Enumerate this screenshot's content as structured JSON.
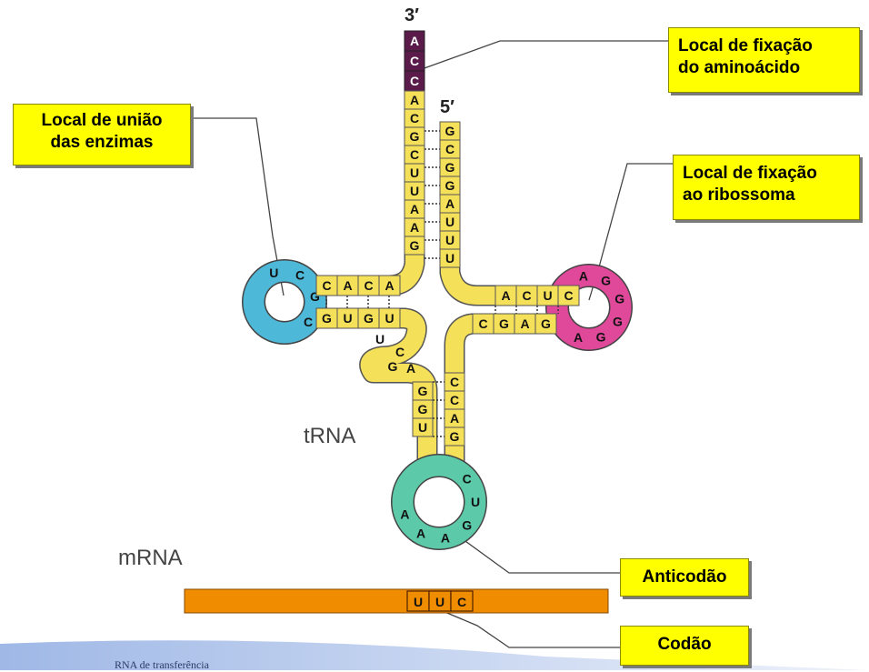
{
  "callouts": {
    "enzyme_site": "Local de união\ndas enzimas",
    "amino_site": "Local de fixação\ndo aminoácido",
    "ribosome_site": "Local de fixação\nao ribossoma",
    "anticodon": "Anticodão",
    "codon": "Codão"
  },
  "labels": {
    "three_prime": "3′",
    "five_prime": "5′",
    "trna": "tRNA",
    "mrna": "mRNA"
  },
  "footer_text": "RNA de transferência",
  "acceptor_tail": [
    "A",
    "C",
    "C"
  ],
  "acceptor_left_strand": [
    "A",
    "C",
    "G",
    "C",
    "U",
    "U",
    "A",
    "A",
    "G"
  ],
  "acceptor_right_strand": [
    "G",
    "C",
    "G",
    "G",
    "A",
    "U",
    "U",
    "U"
  ],
  "d_arm_top": [
    "C",
    "A",
    "C",
    "A"
  ],
  "d_arm_bottom": [
    "G",
    "U",
    "G",
    "U"
  ],
  "d_loop": [
    "U",
    "C",
    "G",
    "C"
  ],
  "variable_loop": [
    "U",
    "C",
    "G",
    "A"
  ],
  "anticodon_left_strand": [
    "G",
    "G",
    "U"
  ],
  "anticodon_right_strand": [
    "C",
    "C",
    "A",
    "G"
  ],
  "anticodon_loop": [
    "A",
    "A",
    "A",
    "G",
    "U",
    "C"
  ],
  "t_arm_top": [
    "A",
    "C",
    "U",
    "C"
  ],
  "t_arm_bottom": [
    "C",
    "G",
    "A",
    "G"
  ],
  "t_loop": [
    "A",
    "G",
    "G",
    "G",
    "G",
    "A"
  ],
  "codon_bases": [
    "U",
    "U",
    "C"
  ],
  "colors": {
    "stem": "#f5e05a",
    "stem_border": "#555555",
    "tail": "#5a1a4a",
    "d_loop": "#4db8d8",
    "t_loop": "#e0489a",
    "anticodon_loop": "#5ccaa8",
    "mrna": "#f08c00",
    "callout": "#ffff00",
    "footer": "#c8d8f0"
  }
}
